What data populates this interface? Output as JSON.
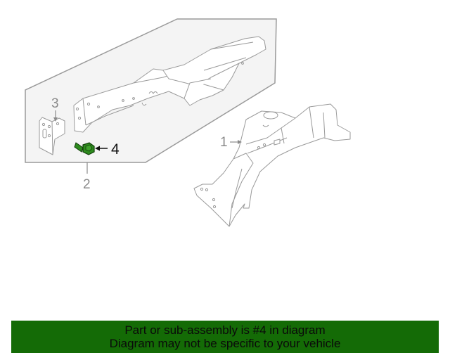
{
  "diagram": {
    "callouts": [
      {
        "number": "1",
        "part": "frame-rail-assembly"
      },
      {
        "number": "2",
        "part": "sub-assembly-group"
      },
      {
        "number": "3",
        "part": "bracket"
      },
      {
        "number": "4",
        "part": "bolt",
        "highlighted": true
      }
    ],
    "colors": {
      "group_box_fill": "#f4f4f4",
      "group_box_stroke": "#9a9a9a",
      "line_art": "#9a9a9a",
      "highlight_part": "#2e8b1e",
      "highlight_outline": "#0f3d08"
    }
  },
  "banner": {
    "line1": "Part or sub-assembly is #4 in diagram",
    "line2": "Diagram may not be specific to your vehicle",
    "background": "#146b06"
  }
}
